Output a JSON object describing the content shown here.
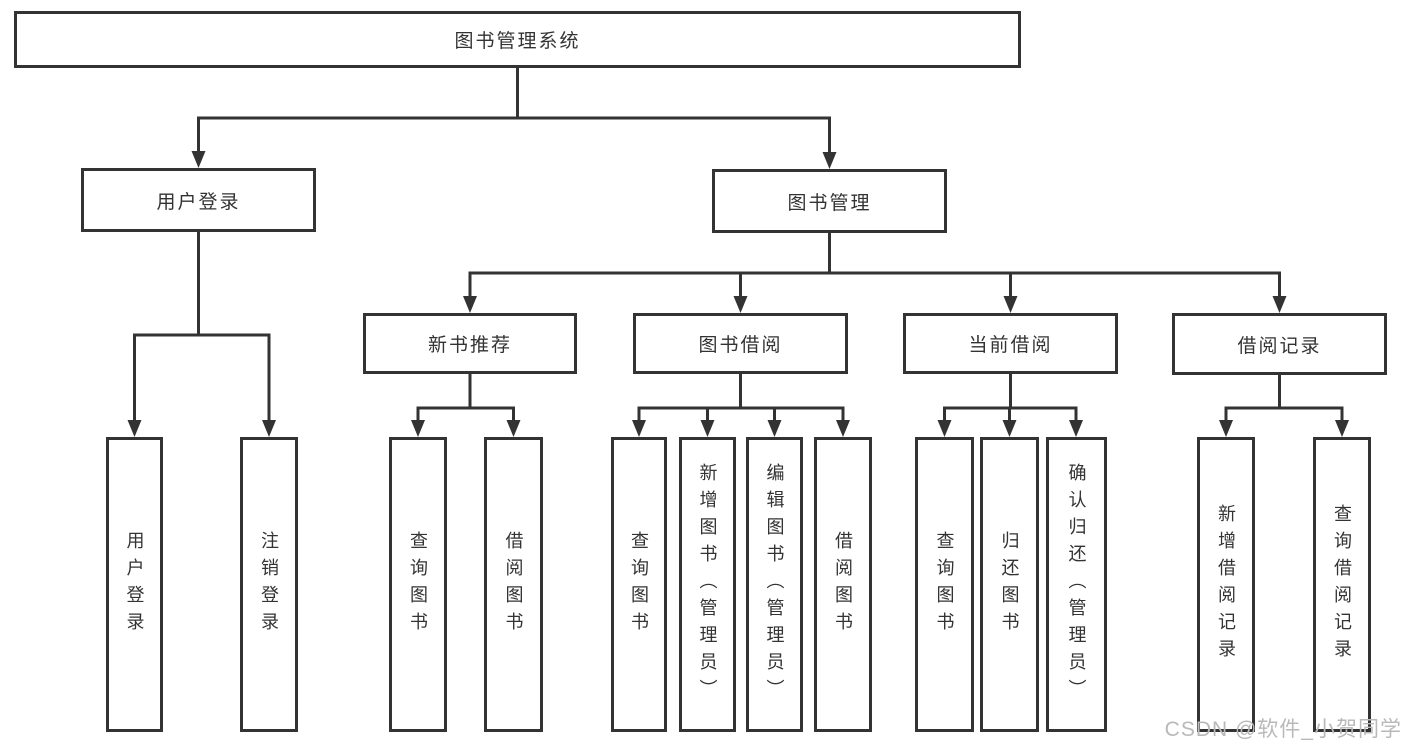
{
  "diagram": {
    "root": {
      "label": "图书管理系统"
    },
    "login": {
      "label": "用户登录",
      "leaves": [
        "用户登录",
        "注销登录"
      ]
    },
    "management": {
      "label": "图书管理"
    },
    "groups": [
      {
        "label": "新书推荐",
        "leaves": [
          "查询图书",
          "借阅图书"
        ]
      },
      {
        "label": "图书借阅",
        "leaves": [
          "查询图书",
          "新增图书（管理员）",
          "编辑图书（管理员）",
          "借阅图书"
        ]
      },
      {
        "label": "当前借阅",
        "leaves": [
          "查询图书",
          "归还图书",
          "确认归还（管理员）"
        ]
      },
      {
        "label": "借阅记录",
        "leaves": [
          "新增借阅记录",
          "查询借阅记录"
        ]
      }
    ]
  },
  "watermark": {
    "text": "CSDN @软件_小贺同学",
    "color": "#b9b9b9"
  },
  "colors": {
    "line": "#333333",
    "box_border": "#333333",
    "text": "#333333",
    "background": "#ffffff"
  }
}
